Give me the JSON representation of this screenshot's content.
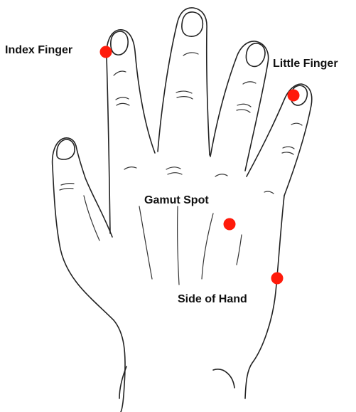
{
  "labels": {
    "index_finger": "Index Finger",
    "little_finger": "Little Finger",
    "gamut_spot": "Gamut Spot",
    "side_of_hand": "Side of Hand"
  },
  "colors": {
    "point": "#ff1a0a",
    "outline": "#222222",
    "text": "#111111"
  }
}
